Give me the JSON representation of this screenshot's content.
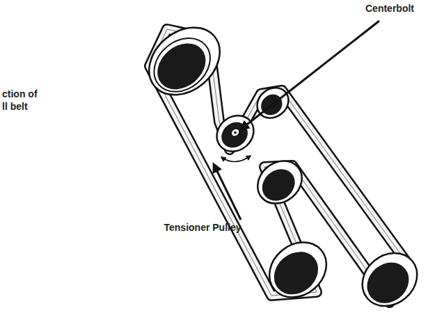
{
  "diagram": {
    "labels": [
      "ction of ll belt",
      "Centerbolt",
      "Tensioner Pulley"
    ]
  }
}
